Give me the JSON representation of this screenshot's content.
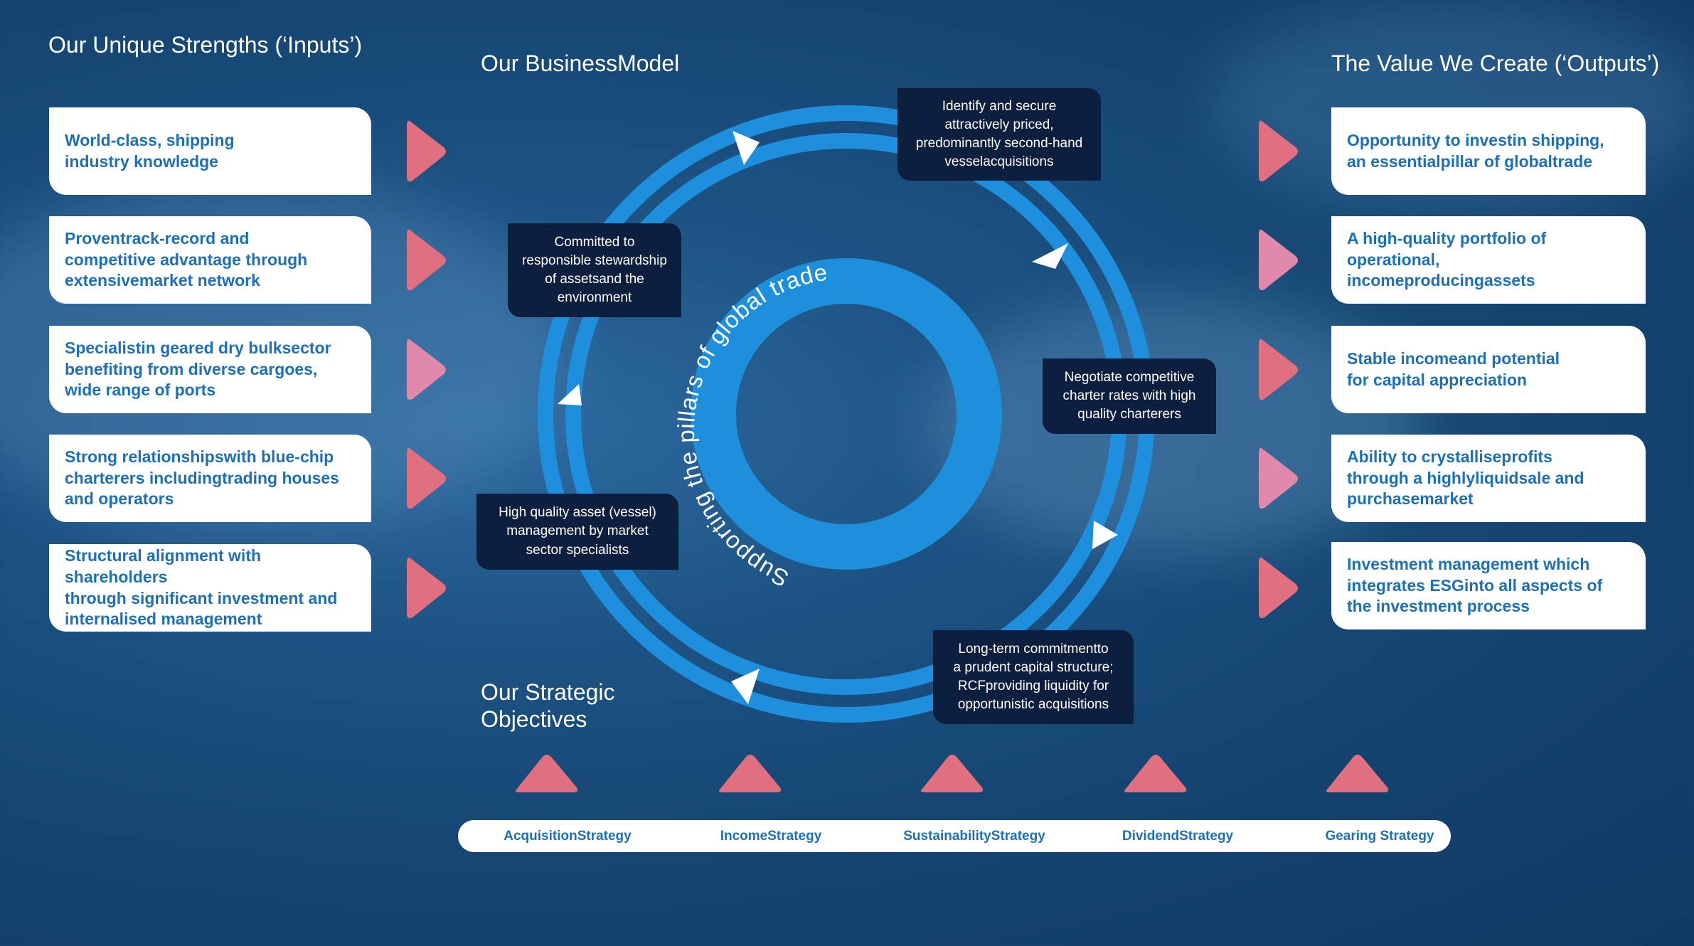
{
  "inputs": {
    "title": "Our Unique Strengths (‘Inputs’)",
    "items": [
      "World-class, shipping\nindustry knowledge",
      "Proventrack-record and\ncompetitive advantage through\nextensivemarket network",
      "Specialistin geared dry bulksector\nbenefiting from diverse cargoes,\nwide range of ports",
      "Strong relationshipswith blue-chip\ncharterers includingtrading houses\nand operators",
      "Structural alignment with shareholders\nthrough significant investment and\ninternalised management"
    ]
  },
  "model": {
    "title": "Our BusinessModel",
    "ring_text": "Supporting the pillars of global trade",
    "notes": [
      "Identify and secure\nattractively priced,\npredominantly second-hand\nvesselacquisitions",
      "Committed to\nresponsible stewardship\nof assetsand the\nenvironment",
      "Negotiate competitive\ncharter rates with high\nquality charterers",
      "High quality asset (vessel)\nmanagement by market\nsector specialists",
      "Long-term commitmentto\na prudent capital structure;\nRCFproviding liquidity for\nopportunistic acquisitions"
    ]
  },
  "outputs": {
    "title": "The Value We Create (‘Outputs’)",
    "items": [
      "Opportunity  to investin shipping,\nan essentialpillar of globaltrade",
      "A high-quality portfolio of\noperational,  incomeproducingassets",
      "Stable incomeand potential\nfor capital appreciation",
      "Ability to crystalliseprofits\nthrough a highlyliquidsale and\npurchasemarket",
      "Investment management which\nintegrates ESGinto all aspects of\nthe investment process"
    ]
  },
  "objectives": {
    "title": "Our Strategic\nObjectives",
    "items": [
      "AcquisitionStrategy",
      "IncomeStrategy",
      "SustainabilityStrategy",
      "DividendStrategy",
      "Gearing Strategy"
    ]
  },
  "colors": {
    "accent_pink": "#e0707f",
    "ring_blue": "#1e8fdc",
    "card_text": "#1d70b8",
    "note_bg": "#0c1f3f"
  }
}
